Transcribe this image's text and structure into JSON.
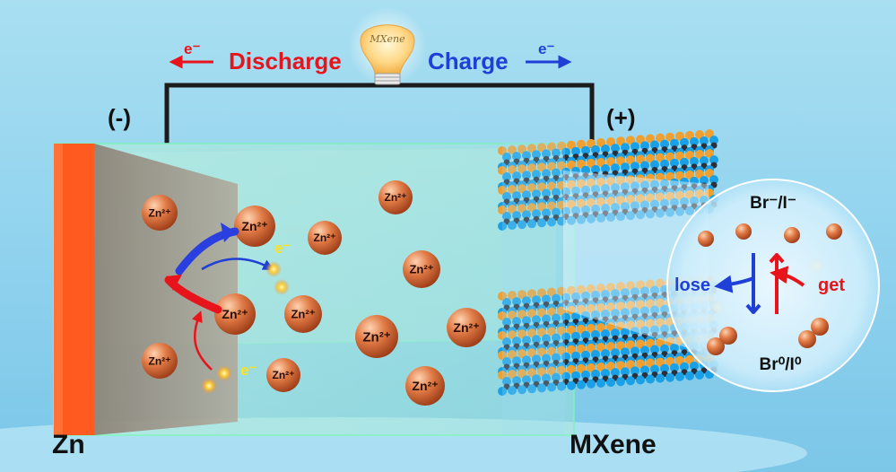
{
  "circuit": {
    "discharge_electron": "e⁻",
    "discharge_label": "Discharge",
    "charge_label": "Charge",
    "charge_electron": "e⁻",
    "bulb_text": "MXene",
    "negative_terminal": "(-)",
    "positive_terminal": "(+)"
  },
  "electrodes": {
    "anode_label": "Zn",
    "cathode_label": "MXene"
  },
  "ions": {
    "ion_label": "Zn²⁺",
    "electron_labels": [
      "e⁻",
      "e⁻"
    ]
  },
  "inset": {
    "top_label": "Br⁻/I⁻",
    "bottom_label": "Br⁰/I⁰",
    "lose_label": "lose",
    "get_label": "get"
  },
  "colors": {
    "discharge": "#e8141c",
    "charge": "#1f3fd6",
    "zinc_plate": "#ff5a1f",
    "ion": "#c9582a",
    "mxene_blue": "#1aa0e6",
    "mxene_orange": "#f0a030"
  }
}
